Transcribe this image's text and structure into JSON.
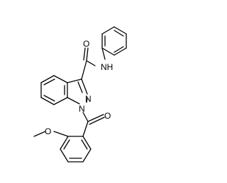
{
  "molecule": {
    "atoms": {
      "amide_n": "NH",
      "amide_o": "O",
      "ring_n2": "N",
      "ring_n1": "N",
      "ketone_o": "O",
      "ether_o": "O"
    }
  }
}
